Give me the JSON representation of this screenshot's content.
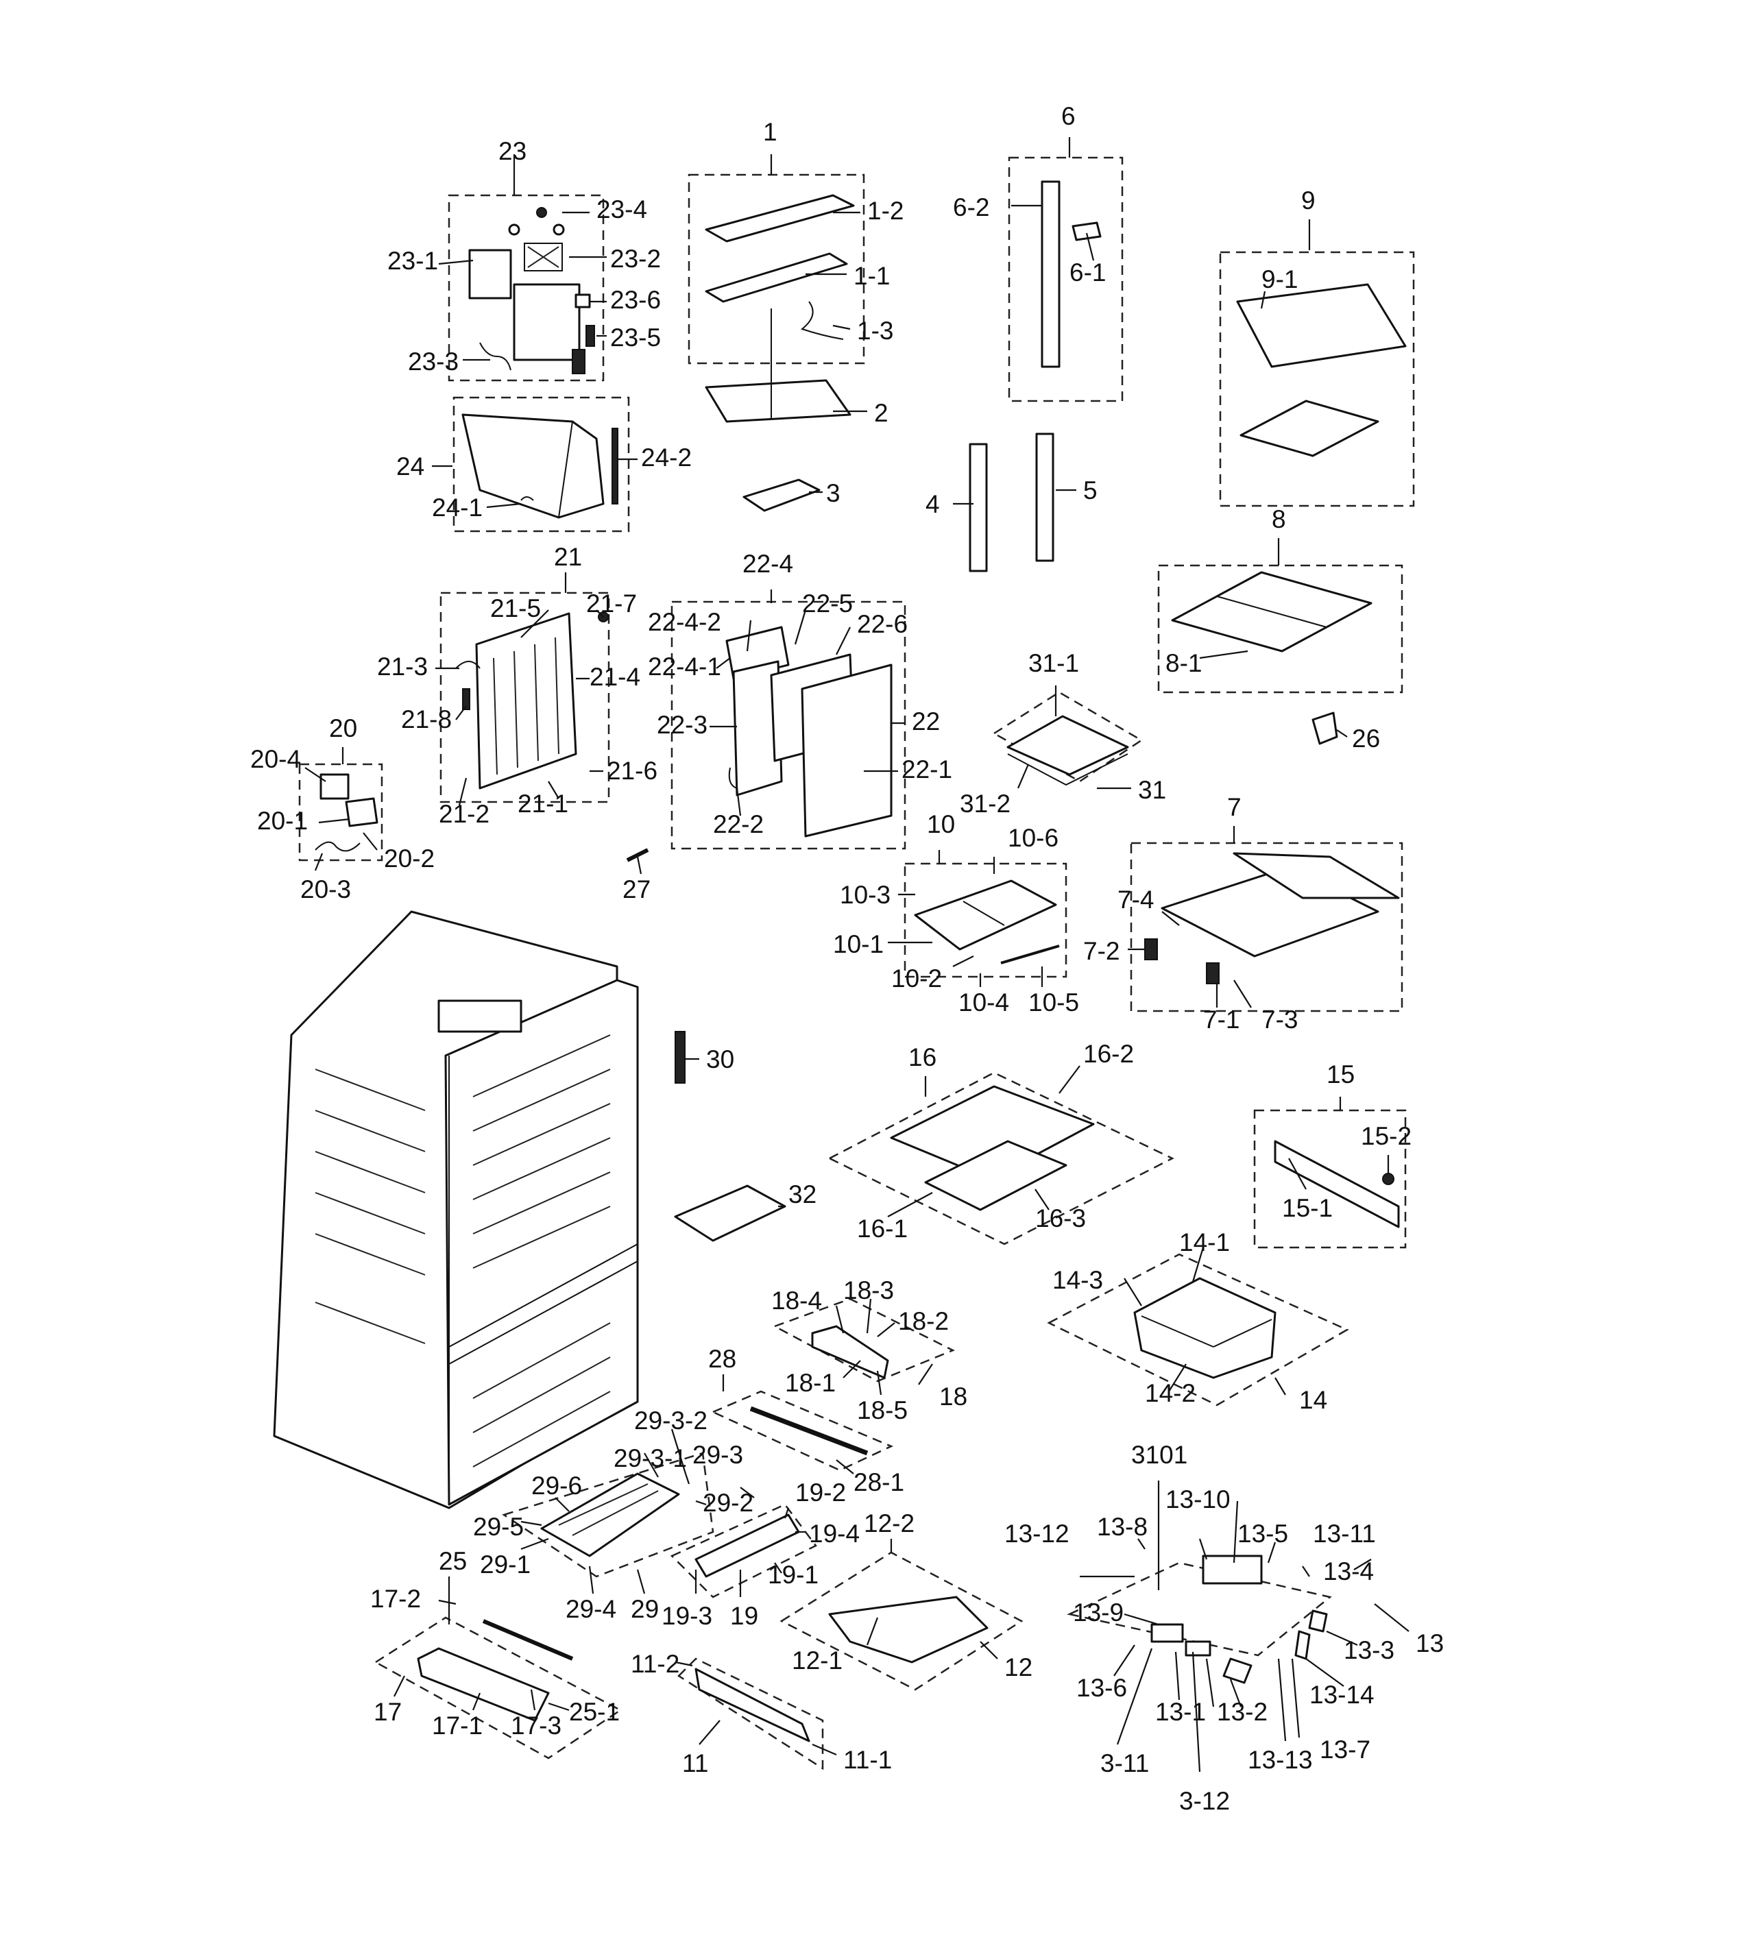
{
  "labels": [
    {
      "id": "1",
      "text": "1"
    },
    {
      "id": "1-2",
      "text": "1-2"
    },
    {
      "id": "1-1",
      "text": "1-1"
    },
    {
      "id": "1-3",
      "text": "1-3"
    },
    {
      "id": "2",
      "text": "2"
    },
    {
      "id": "3",
      "text": "3"
    },
    {
      "id": "4",
      "text": "4"
    },
    {
      "id": "5",
      "text": "5"
    },
    {
      "id": "6",
      "text": "6"
    },
    {
      "id": "6-1",
      "text": "6-1"
    },
    {
      "id": "6-2",
      "text": "6-2"
    },
    {
      "id": "7",
      "text": "7"
    },
    {
      "id": "7-1",
      "text": "7-1"
    },
    {
      "id": "7-2",
      "text": "7-2"
    },
    {
      "id": "7-3",
      "text": "7-3"
    },
    {
      "id": "7-4",
      "text": "7-4"
    },
    {
      "id": "8",
      "text": "8"
    },
    {
      "id": "8-1",
      "text": "8-1"
    },
    {
      "id": "9",
      "text": "9"
    },
    {
      "id": "9-1",
      "text": "9-1"
    },
    {
      "id": "10",
      "text": "10"
    },
    {
      "id": "10-1",
      "text": "10-1"
    },
    {
      "id": "10-2",
      "text": "10-2"
    },
    {
      "id": "10-3",
      "text": "10-3"
    },
    {
      "id": "10-4",
      "text": "10-4"
    },
    {
      "id": "10-5",
      "text": "10-5"
    },
    {
      "id": "10-6",
      "text": "10-6"
    },
    {
      "id": "11",
      "text": "11"
    },
    {
      "id": "11-1",
      "text": "11-1"
    },
    {
      "id": "11-2",
      "text": "11-2"
    },
    {
      "id": "12",
      "text": "12"
    },
    {
      "id": "12-1",
      "text": "12-1"
    },
    {
      "id": "12-2",
      "text": "12-2"
    },
    {
      "id": "13",
      "text": "13"
    },
    {
      "id": "13-1",
      "text": "13-1"
    },
    {
      "id": "13-2",
      "text": "13-2"
    },
    {
      "id": "13-3",
      "text": "13-3"
    },
    {
      "id": "13-4",
      "text": "13-4"
    },
    {
      "id": "13-5",
      "text": "13-5"
    },
    {
      "id": "13-6",
      "text": "13-6"
    },
    {
      "id": "13-7",
      "text": "13-7"
    },
    {
      "id": "13-8",
      "text": "13-8"
    },
    {
      "id": "13-9",
      "text": "13-9"
    },
    {
      "id": "13-10",
      "text": "13-10"
    },
    {
      "id": "13-11",
      "text": "13-11"
    },
    {
      "id": "13-12",
      "text": "13-12"
    },
    {
      "id": "13-13",
      "text": "13-13"
    },
    {
      "id": "13-14",
      "text": "13-14"
    },
    {
      "id": "3101",
      "text": "3101"
    },
    {
      "id": "3-11",
      "text": "3-11"
    },
    {
      "id": "3-12",
      "text": "3-12"
    },
    {
      "id": "14",
      "text": "14"
    },
    {
      "id": "14-1",
      "text": "14-1"
    },
    {
      "id": "14-2",
      "text": "14-2"
    },
    {
      "id": "14-3",
      "text": "14-3"
    },
    {
      "id": "15",
      "text": "15"
    },
    {
      "id": "15-1",
      "text": "15-1"
    },
    {
      "id": "15-2",
      "text": "15-2"
    },
    {
      "id": "16",
      "text": "16"
    },
    {
      "id": "16-1",
      "text": "16-1"
    },
    {
      "id": "16-2",
      "text": "16-2"
    },
    {
      "id": "16-3",
      "text": "16-3"
    },
    {
      "id": "17",
      "text": "17"
    },
    {
      "id": "17-1",
      "text": "17-1"
    },
    {
      "id": "17-2",
      "text": "17-2"
    },
    {
      "id": "17-3",
      "text": "17-3"
    },
    {
      "id": "18",
      "text": "18"
    },
    {
      "id": "18-1",
      "text": "18-1"
    },
    {
      "id": "18-2",
      "text": "18-2"
    },
    {
      "id": "18-3",
      "text": "18-3"
    },
    {
      "id": "18-4",
      "text": "18-4"
    },
    {
      "id": "18-5",
      "text": "18-5"
    },
    {
      "id": "19",
      "text": "19"
    },
    {
      "id": "19-1",
      "text": "19-1"
    },
    {
      "id": "19-2",
      "text": "19-2"
    },
    {
      "id": "19-3",
      "text": "19-3"
    },
    {
      "id": "19-4",
      "text": "19-4"
    },
    {
      "id": "20",
      "text": "20"
    },
    {
      "id": "20-1",
      "text": "20-1"
    },
    {
      "id": "20-2",
      "text": "20-2"
    },
    {
      "id": "20-3",
      "text": "20-3"
    },
    {
      "id": "20-4",
      "text": "20-4"
    },
    {
      "id": "21",
      "text": "21"
    },
    {
      "id": "21-1",
      "text": "21-1"
    },
    {
      "id": "21-2",
      "text": "21-2"
    },
    {
      "id": "21-3",
      "text": "21-3"
    },
    {
      "id": "21-4",
      "text": "21-4"
    },
    {
      "id": "21-5",
      "text": "21-5"
    },
    {
      "id": "21-6",
      "text": "21-6"
    },
    {
      "id": "21-7",
      "text": "21-7"
    },
    {
      "id": "21-8",
      "text": "21-8"
    },
    {
      "id": "22",
      "text": "22"
    },
    {
      "id": "22-1",
      "text": "22-1"
    },
    {
      "id": "22-2",
      "text": "22-2"
    },
    {
      "id": "22-3",
      "text": "22-3"
    },
    {
      "id": "22-4",
      "text": "22-4"
    },
    {
      "id": "22-4-1",
      "text": "22-4-1"
    },
    {
      "id": "22-4-2",
      "text": "22-4-2"
    },
    {
      "id": "22-5",
      "text": "22-5"
    },
    {
      "id": "22-6",
      "text": "22-6"
    },
    {
      "id": "23",
      "text": "23"
    },
    {
      "id": "23-1",
      "text": "23-1"
    },
    {
      "id": "23-2",
      "text": "23-2"
    },
    {
      "id": "23-3",
      "text": "23-3"
    },
    {
      "id": "23-4",
      "text": "23-4"
    },
    {
      "id": "23-5",
      "text": "23-5"
    },
    {
      "id": "23-6",
      "text": "23-6"
    },
    {
      "id": "24",
      "text": "24"
    },
    {
      "id": "24-1",
      "text": "24-1"
    },
    {
      "id": "24-2",
      "text": "24-2"
    },
    {
      "id": "25",
      "text": "25"
    },
    {
      "id": "25-1",
      "text": "25-1"
    },
    {
      "id": "26",
      "text": "26"
    },
    {
      "id": "27",
      "text": "27"
    },
    {
      "id": "28",
      "text": "28"
    },
    {
      "id": "28-1",
      "text": "28-1"
    },
    {
      "id": "29",
      "text": "29"
    },
    {
      "id": "29-1",
      "text": "29-1"
    },
    {
      "id": "29-2",
      "text": "29-2"
    },
    {
      "id": "29-3",
      "text": "29-3"
    },
    {
      "id": "29-3-1",
      "text": "29-3-1"
    },
    {
      "id": "29-3-2",
      "text": "29-3-2"
    },
    {
      "id": "29-4",
      "text": "29-4"
    },
    {
      "id": "29-5",
      "text": "29-5"
    },
    {
      "id": "29-6",
      "text": "29-6"
    },
    {
      "id": "30",
      "text": "30"
    },
    {
      "id": "31",
      "text": "31"
    },
    {
      "id": "31-1",
      "text": "31-1"
    },
    {
      "id": "31-2",
      "text": "31-2"
    },
    {
      "id": "32",
      "text": "32"
    }
  ]
}
